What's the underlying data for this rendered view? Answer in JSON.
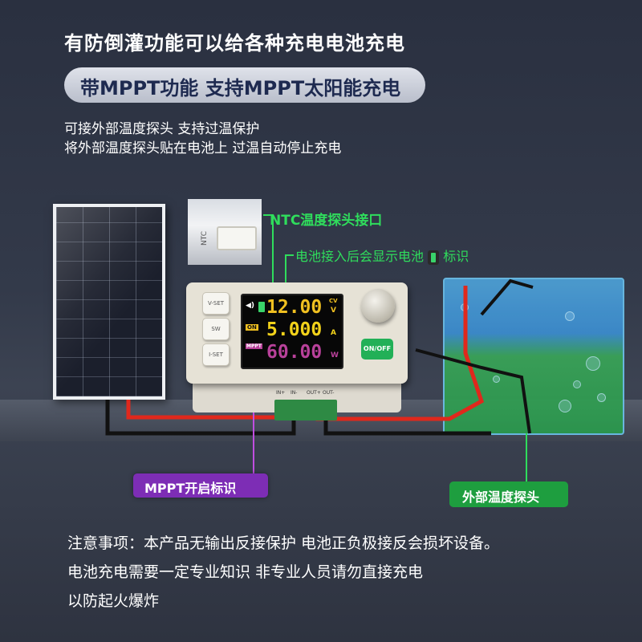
{
  "headline": "有防倒灌功能可以给各种充电电池充电",
  "banner": "带MPPT功能 支持MPPT太阳能充电",
  "intro_lines": [
    "可接外部温度探头 支持过温保护",
    "将外部温度探头贴在电池上 过温自动停止充电"
  ],
  "callouts": {
    "ntc_port": "NTC温度探头接口",
    "battery_icon_pre": "电池接入后会显示电池",
    "battery_icon_post": "标识",
    "mppt_indicator": "MPPT开启标识",
    "external_probe": "外部温度探头"
  },
  "device": {
    "buttons": [
      "V-SET",
      "SW",
      "I-SET"
    ],
    "on_off": "ON/OFF",
    "on_badge": "ON",
    "mppt_badge": "MPPT",
    "cv_badge": "CV",
    "voltage": "12.00",
    "voltage_unit": "V",
    "current": "5.000",
    "current_unit": "A",
    "power": "60.00",
    "power_unit": "W",
    "ntc_label": "NTC",
    "terminal_labels": [
      "IN+",
      "IN-",
      "OUT+",
      "OUT-"
    ]
  },
  "notice_lines": [
    "注意事项：本产品无输出反接保护 电池正负极接反会损坏设备。",
    "电池充电需要一定专业知识 非专业人员请勿直接充电",
    "以防起火爆炸"
  ],
  "colors": {
    "voltage": "#f0c020",
    "current": "#f2d21a",
    "power": "#b8419a",
    "callout_green": "#2fdd5c",
    "purple_box": "#7d2db5",
    "green_box": "#1e9e3f",
    "wire_red": "#e0281c",
    "wire_black": "#111111"
  }
}
